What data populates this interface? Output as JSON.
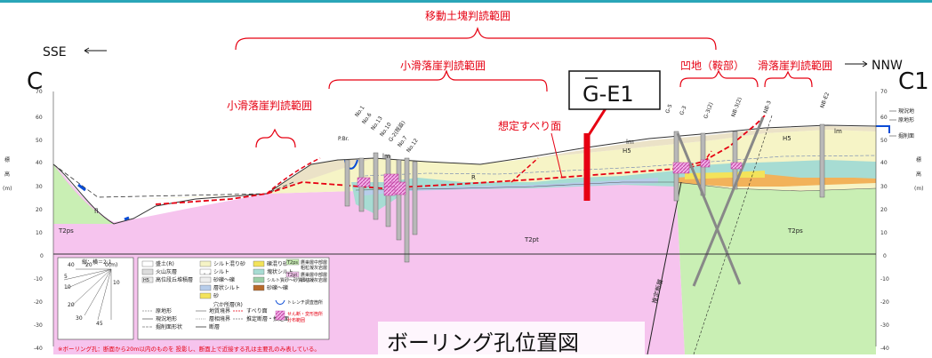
{
  "header": {
    "left_direction": "SSE",
    "right_direction": "NNW",
    "left_section": "C",
    "right_section": "C1",
    "range_moving_block": "移動土塊判読範囲",
    "range_small_cliff_center": "小滑落崖判読範囲",
    "range_small_cliff_left": "小滑落崖判読範囲",
    "range_hollow": "凹地（鞍部）",
    "range_cliff_right": "滑落崖判読範囲",
    "slip_surface_label": "想定すべり面",
    "boring_id": "G-E1"
  },
  "axis": {
    "left_label_chars": [
      "標",
      "高",
      "(m)"
    ],
    "right_label_chars": [
      "標",
      "高",
      "(m)"
    ],
    "ticks": [
      "70",
      "60",
      "50",
      "40",
      "30",
      "20",
      "10",
      "0",
      "-10",
      "-20",
      "-30",
      "-40"
    ]
  },
  "right_notes": [
    "現況地",
    "原地形",
    "掘削面"
  ],
  "boreholes": [
    "P.Br.",
    "No.1",
    "No.6",
    "No.13",
    "No.10",
    "G-2(既設)",
    "No.7",
    "No.12",
    "G-5",
    "G-3",
    "G-3(2)",
    "NB-3(2)",
    "NB-3",
    "NB-E2"
  ],
  "units": {
    "fl": "fl",
    "t2ps_left": "T2ps",
    "t2pt": "T2pt",
    "t2ps_right": "T2ps",
    "lm_left": "lm",
    "lm_mid": "lm",
    "lm_right": "lm",
    "h5_mid": "H5",
    "h5_right": "H5",
    "r": "R",
    "fault": "推定断層"
  },
  "scale_box": {
    "title": "縦：横＝2:1",
    "numbers": [
      "40",
      "20",
      "0(m)",
      "5",
      "10",
      "10",
      "20",
      "30",
      "45"
    ]
  },
  "legend": {
    "col1": [
      "盛土(R)",
      "火山灰層",
      "高位段丘堆積層"
    ],
    "col1_codes": [
      "",
      "",
      "H5"
    ],
    "col2": [
      "シルト混り砂",
      "シルト",
      "砂礫～礫",
      "層状シルト",
      "砂"
    ],
    "col3": [
      "礫混り砂",
      "塊状シルト",
      "シルト質砂～砂質シルト",
      "砂礫～礫"
    ],
    "col4_codes": [
      "T2ps",
      "T2pt"
    ],
    "col4": [
      "鷹巣層中部層",
      "粗粒凝灰岩層",
      "鷹巣層中部層",
      "細粒凝灰岩層"
    ],
    "lines_title": "穴か所層(R)",
    "lines": [
      "原地形",
      "地質境界",
      "すべり面",
      "現況地形",
      "層相境界",
      "掘削面形状",
      "断層",
      "推定断層・推定面"
    ],
    "trench": "トレンチ調査箇所",
    "shear": "せん断・変形箇所",
    "shear2": "分布範囲"
  },
  "footnote": "※ボーリング孔：断面から20m以内のものを 投影し、断面上で近接する孔は主要孔のみ表している。",
  "caption": "ボーリング孔位置図",
  "colors": {
    "bracket_red": "#e60012",
    "t2pt_pink": "#f6c4ee",
    "t2ps_green": "#c9efb4",
    "fill_yellow": "#f6f4c6",
    "topsoil_tan": "#ebe2c7",
    "teal": "#a7dcd3",
    "blue_band": "#b7cdea",
    "orange": "#f2b25a",
    "accent_teal": "#2aa6b8"
  }
}
